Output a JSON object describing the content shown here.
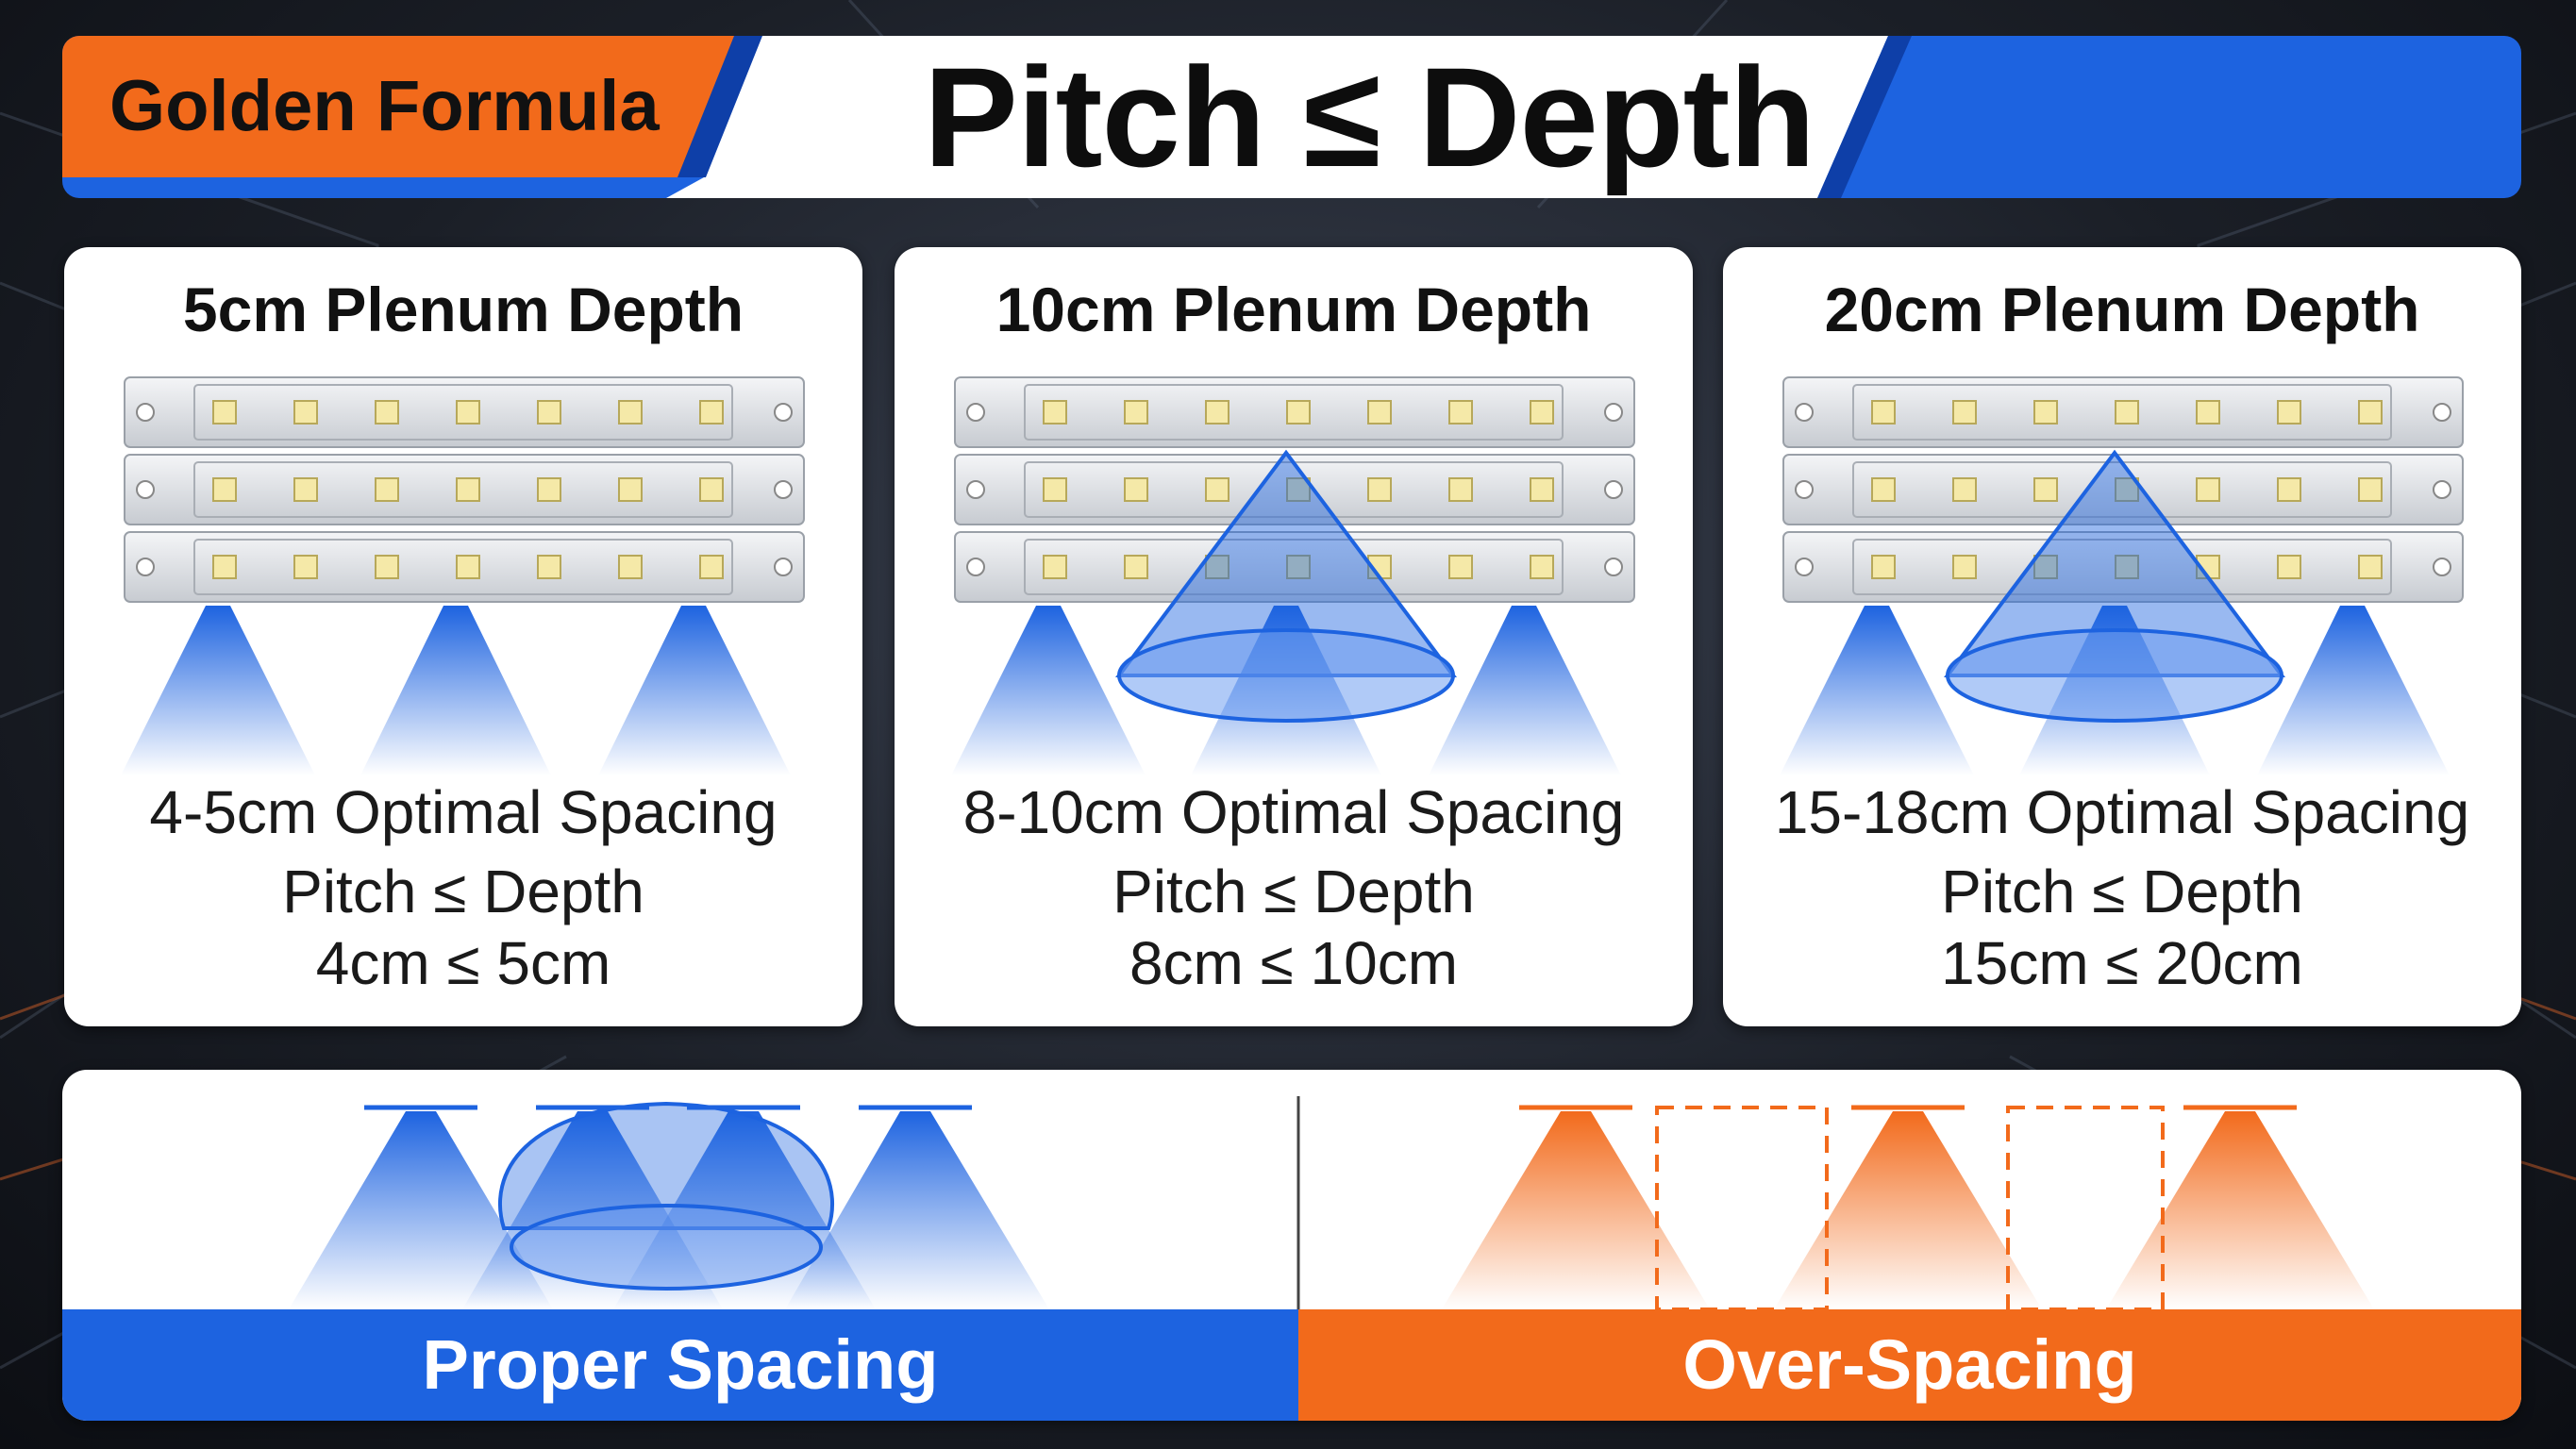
{
  "header": {
    "tag": "Golden Formula",
    "title": "Pitch ≤ Depth"
  },
  "cards": [
    {
      "title": "5cm Plenum Depth",
      "spacing": "4-5cm Optimal Spacing",
      "formula": "Pitch ≤ Depth",
      "example": "4cm ≤ 5cm"
    },
    {
      "title": "10cm Plenum Depth",
      "spacing": "8-10cm Optimal Spacing",
      "formula": "Pitch ≤ Depth",
      "example": "8cm ≤ 10cm"
    },
    {
      "title": "20cm Plenum Depth",
      "spacing": "15-18cm Optimal Spacing",
      "formula": "Pitch ≤ Depth",
      "example": "15cm ≤ 20cm"
    }
  ],
  "comparison": {
    "proper_label": "Proper Spacing",
    "over_label": "Over-Spacing"
  },
  "colors": {
    "accent_blue": "#1d63e0",
    "accent_orange": "#f26a1b"
  }
}
